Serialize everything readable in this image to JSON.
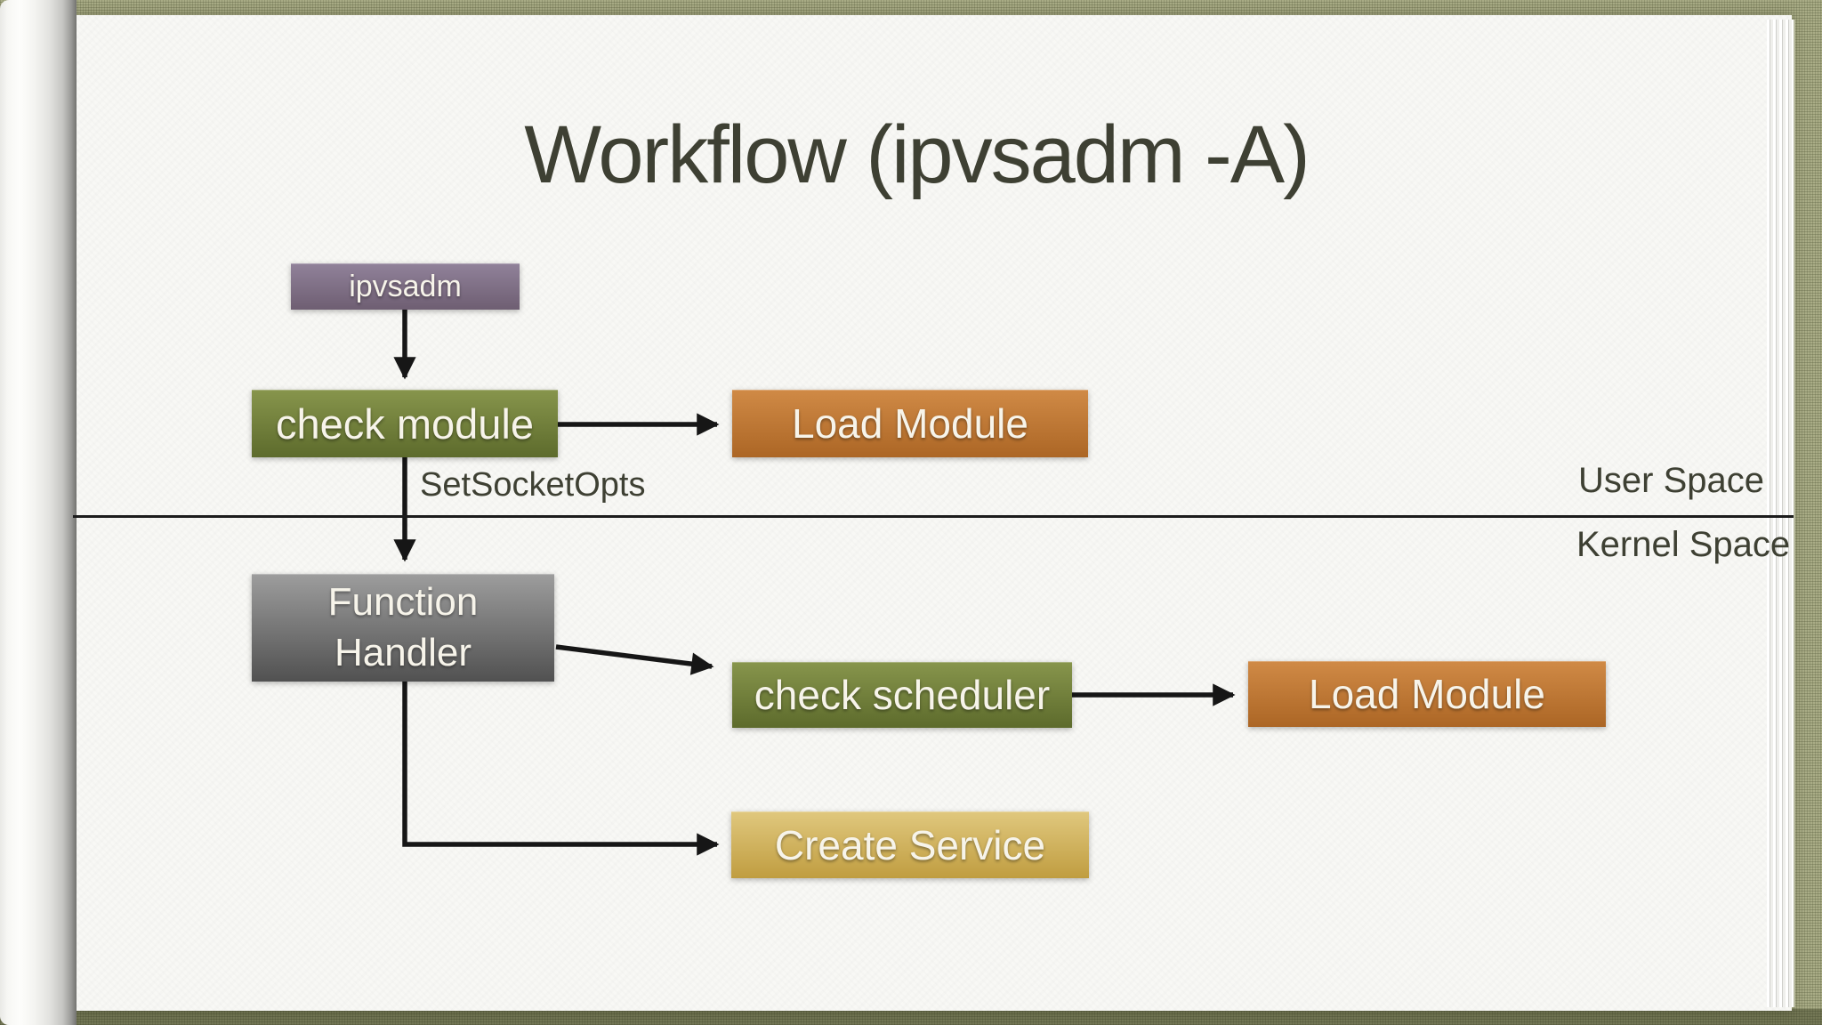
{
  "slide": {
    "title": "Workflow (ipvsadm -A)",
    "region_labels": {
      "user_space": "User Space",
      "kernel_space": "Kernel Space"
    },
    "theme": {
      "cover_fabric_color": "#a9ac86",
      "paper_color": "#f8f8f5",
      "text_color": "#3e4033",
      "arrow_color": "#161616"
    }
  },
  "diagram": {
    "nodes": {
      "ipvsadm": {
        "label": "ipvsadm",
        "color_top": "#91829a",
        "color_bottom": "#6e5e72"
      },
      "check_module": {
        "label": "check module",
        "color_top": "#87954c",
        "color_bottom": "#5d6b2c"
      },
      "load_module_user": {
        "label": "Load Module",
        "color_top": "#d08a46",
        "color_bottom": "#ac6625"
      },
      "function_handler": {
        "label": "Function Handler",
        "color_top": "#9d9d9d",
        "color_bottom": "#515151"
      },
      "check_scheduler": {
        "label": "check scheduler",
        "color_top": "#87954c",
        "color_bottom": "#5d6b2c"
      },
      "load_module_kernel": {
        "label": "Load Module",
        "color_top": "#d08a46",
        "color_bottom": "#ac6625"
      },
      "create_service": {
        "label": "Create Service",
        "color_top": "#e0c87e",
        "color_bottom": "#c09d40"
      }
    },
    "edges": [
      {
        "from": "ipvsadm",
        "to": "check_module",
        "label": ""
      },
      {
        "from": "check_module",
        "to": "load_module_user",
        "label": ""
      },
      {
        "from": "check_module",
        "to": "function_handler",
        "label": "SetSocketOpts"
      },
      {
        "from": "function_handler",
        "to": "check_scheduler",
        "label": ""
      },
      {
        "from": "check_scheduler",
        "to": "load_module_kernel",
        "label": ""
      },
      {
        "from": "function_handler",
        "to": "create_service",
        "label": ""
      }
    ]
  }
}
